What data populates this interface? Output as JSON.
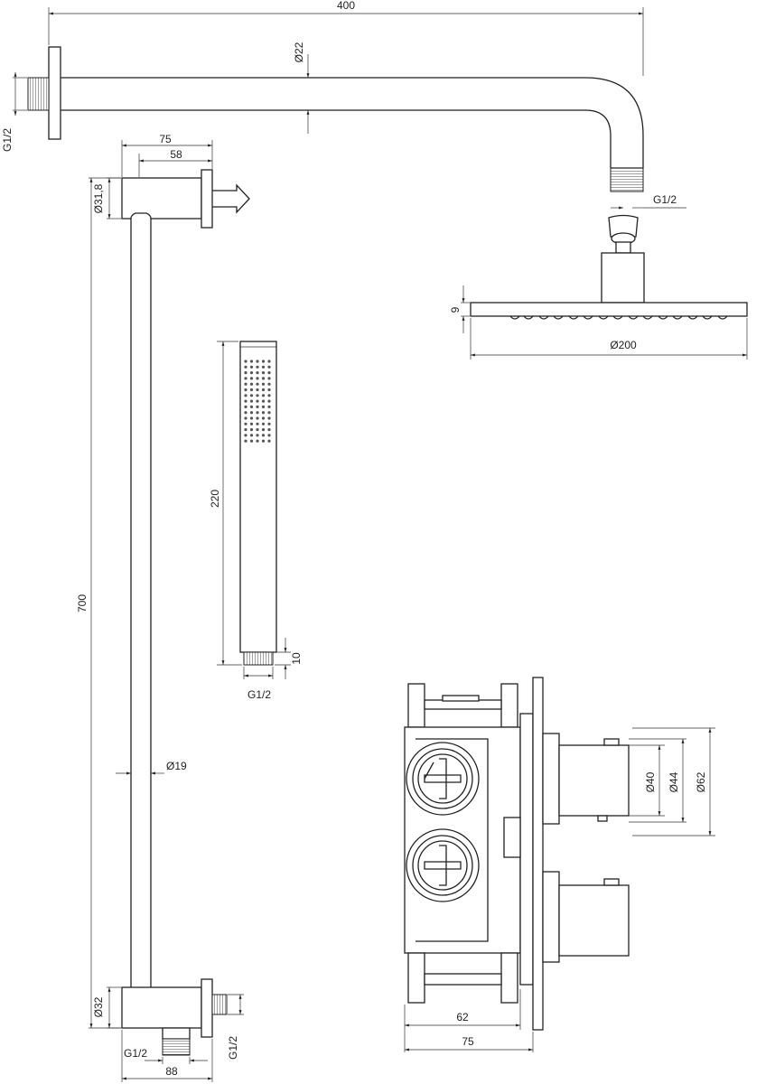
{
  "labels": {
    "arm_length": "400",
    "arm_diameter": "Ø22",
    "wall_thread": "G1/2",
    "head_thread": "G1/2",
    "head_thickness": "9",
    "head_diameter": "Ø200",
    "bracket_depth_outer": "75",
    "bracket_depth_inner": "58",
    "bracket_diameter": "Ø31,8",
    "rail_length": "700",
    "rail_diameter": "Ø19",
    "outlet_diameter": "Ø32",
    "outlet_thread_bottom": "G1/2",
    "outlet_thread_side": "G1/2",
    "outlet_width": "88",
    "hand_shower_length": "220",
    "hand_shower_end": "10",
    "hand_shower_thread": "G1/2",
    "valve_depth_inner": "62",
    "valve_depth_outer": "75",
    "knob_d1": "Ø40",
    "knob_d2": "Ø44",
    "knob_d3": "Ø62"
  }
}
